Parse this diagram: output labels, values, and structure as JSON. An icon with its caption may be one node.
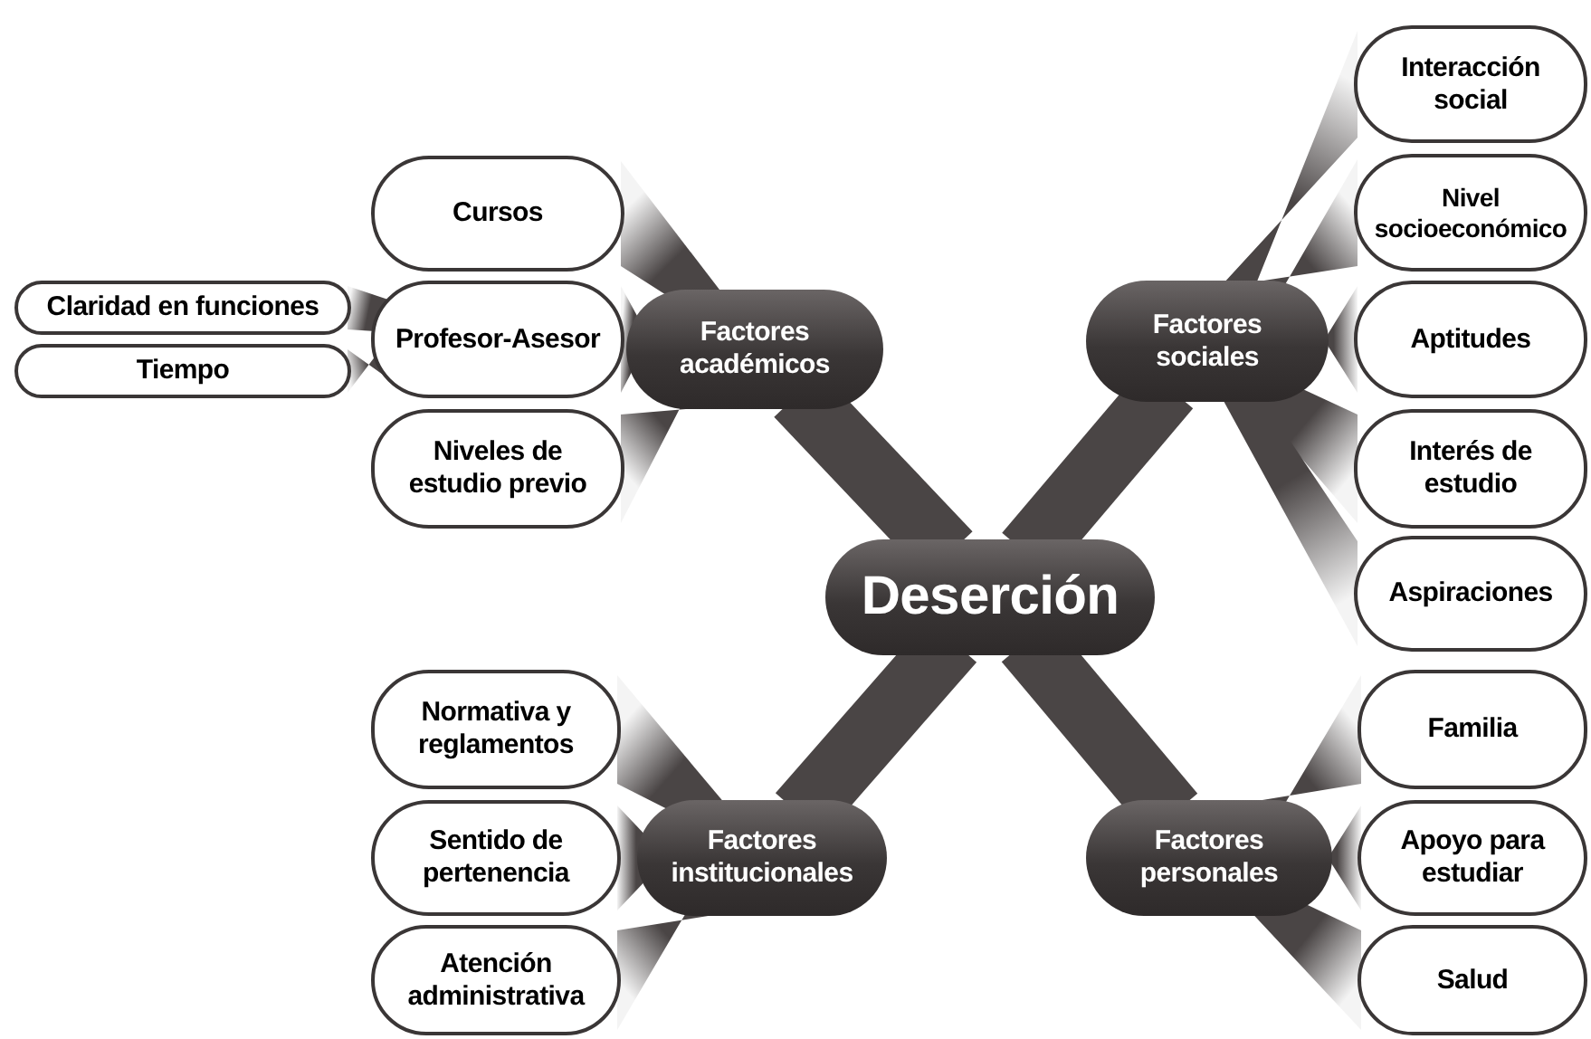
{
  "diagram": {
    "nodes": [
      {
        "text": [
          "Deserción"
        ]
      },
      {
        "text": [
          "Factores académicos"
        ]
      },
      {
        "text": [
          "Cursos"
        ]
      },
      {
        "text": [
          "Profesor-Asesor"
        ]
      },
      {
        "text": [
          "Claridad en funciones"
        ]
      },
      {
        "text": [
          "Tiempo"
        ]
      },
      {
        "text": [
          "Niveles de estudio previo"
        ]
      },
      {
        "text": [
          "Factores sociales"
        ]
      },
      {
        "text": [
          "Interacción social"
        ]
      },
      {
        "text": [
          "Nivel socioeconómico"
        ]
      },
      {
        "text": [
          "Aptitudes"
        ]
      },
      {
        "text": [
          "Interés de estudio"
        ]
      },
      {
        "text": [
          "Aspiraciones"
        ]
      },
      {
        "text": [
          "Factores institucionales"
        ]
      },
      {
        "text": [
          "Normativa y reglamentos"
        ]
      },
      {
        "text": [
          "Sentido de pertenencia"
        ]
      },
      {
        "text": [
          "Atención administrativa"
        ]
      },
      {
        "text": [
          "Factores personales"
        ]
      },
      {
        "text": [
          "Familia"
        ]
      },
      {
        "text": [
          "Apoyo para estudiar"
        ]
      },
      {
        "text": [
          "Salud"
        ]
      }
    ],
    "edges": [
      {
        "from": 0,
        "to": 1,
        "arrow": "none"
      },
      {
        "from": 0,
        "to": 7,
        "arrow": "none"
      },
      {
        "from": 0,
        "to": 13,
        "arrow": "none"
      },
      {
        "from": 0,
        "to": 17,
        "arrow": "none"
      },
      {
        "from": 1,
        "to": 2,
        "arrow": "none"
      },
      {
        "from": 1,
        "to": 3,
        "arrow": "none"
      },
      {
        "from": 1,
        "to": 6,
        "arrow": "none"
      },
      {
        "from": 3,
        "to": 4,
        "arrow": "none"
      },
      {
        "from": 3,
        "to": 5,
        "arrow": "none"
      },
      {
        "from": 7,
        "to": 8,
        "arrow": "none"
      },
      {
        "from": 7,
        "to": 9,
        "arrow": "none"
      },
      {
        "from": 7,
        "to": 10,
        "arrow": "none"
      },
      {
        "from": 7,
        "to": 11,
        "arrow": "none"
      },
      {
        "from": 7,
        "to": 12,
        "arrow": "none"
      },
      {
        "from": 13,
        "to": 14,
        "arrow": "none"
      },
      {
        "from": 13,
        "to": 15,
        "arrow": "none"
      },
      {
        "from": 13,
        "to": 16,
        "arrow": "none"
      },
      {
        "from": 17,
        "to": 18,
        "arrow": "none"
      },
      {
        "from": 17,
        "to": 19,
        "arrow": "none"
      },
      {
        "from": 17,
        "to": 20,
        "arrow": "none"
      }
    ]
  }
}
